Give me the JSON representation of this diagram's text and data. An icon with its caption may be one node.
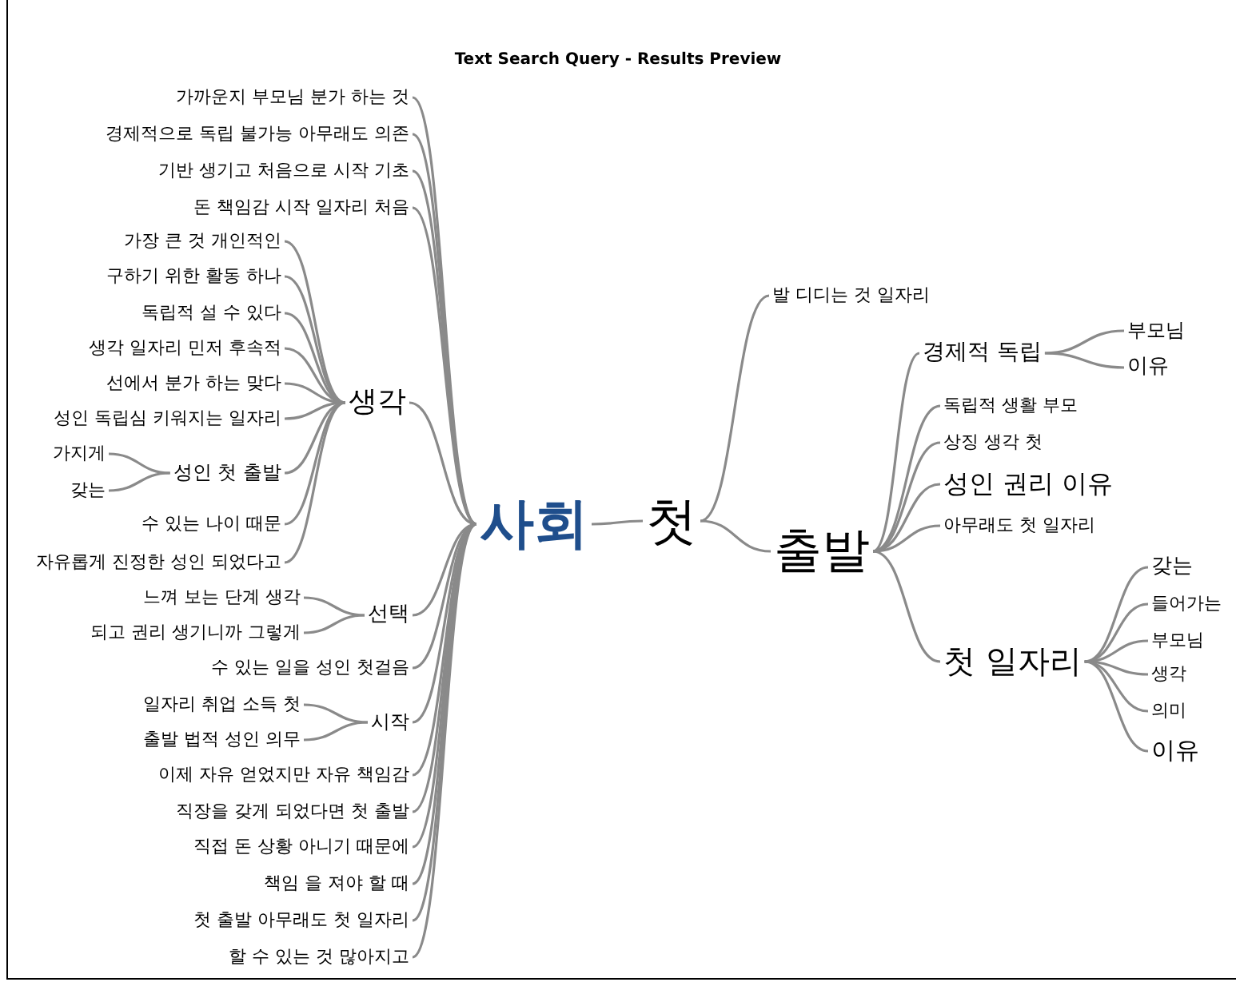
{
  "diagram": {
    "title": "Text Search Query - Results Preview",
    "nodes": [
      {
        "text": [
          "사회"
        ]
      },
      {
        "text": [
          "첫"
        ]
      },
      {
        "text": [
          "발 디디는 것 일자리"
        ]
      },
      {
        "text": [
          "출발"
        ]
      },
      {
        "text": [
          "경제적 독립"
        ]
      },
      {
        "text": [
          "부모님"
        ]
      },
      {
        "text": [
          "이유"
        ]
      },
      {
        "text": [
          "독립적 생활 부모"
        ]
      },
      {
        "text": [
          "상징 생각 첫"
        ]
      },
      {
        "text": [
          "성인 권리 이유"
        ]
      },
      {
        "text": [
          "아무래도 첫 일자리"
        ]
      },
      {
        "text": [
          "첫 일자리"
        ]
      },
      {
        "text": [
          "갖는"
        ]
      },
      {
        "text": [
          "들어가는"
        ]
      },
      {
        "text": [
          "부모님"
        ]
      },
      {
        "text": [
          "생각"
        ]
      },
      {
        "text": [
          "의미"
        ]
      },
      {
        "text": [
          "이유"
        ]
      },
      {
        "text": [
          "가까운지 부모님 분가 하는 것"
        ]
      },
      {
        "text": [
          "경제적으로 독립 불가능 아무래도 의존"
        ]
      },
      {
        "text": [
          "기반 생기고 처음으로 시작 기초"
        ]
      },
      {
        "text": [
          "돈 책임감 시작 일자리 처음"
        ]
      },
      {
        "text": [
          "생각"
        ]
      },
      {
        "text": [
          "가장 큰 것 개인적인"
        ]
      },
      {
        "text": [
          "구하기 위한 활동 하나"
        ]
      },
      {
        "text": [
          "독립적 설 수 있다"
        ]
      },
      {
        "text": [
          "생각 일자리 민저 후속적"
        ]
      },
      {
        "text": [
          "선에서 분가 하는 맞다"
        ]
      },
      {
        "text": [
          "성인 독립심 키워지는 일자리"
        ]
      },
      {
        "text": [
          "성인 첫 출발"
        ]
      },
      {
        "text": [
          "가지게"
        ]
      },
      {
        "text": [
          "갖는"
        ]
      },
      {
        "text": [
          "수 있는 나이 때문"
        ]
      },
      {
        "text": [
          "자유롭게 진정한 성인 되었다고"
        ]
      },
      {
        "text": [
          "선택"
        ]
      },
      {
        "text": [
          "느껴 보는 단계 생각"
        ]
      },
      {
        "text": [
          "되고 권리 생기니까 그렇게"
        ]
      },
      {
        "text": [
          "수 있는 일을 성인 첫걸음"
        ]
      },
      {
        "text": [
          "시작"
        ]
      },
      {
        "text": [
          "일자리 취업 소득 첫"
        ]
      },
      {
        "text": [
          "출발 법적 성인 의무"
        ]
      },
      {
        "text": [
          "이제 자유 얻었지만 자유 책임감"
        ]
      },
      {
        "text": [
          "직장을 갖게 되었다면 첫 출발"
        ]
      },
      {
        "text": [
          "직접 돈 상황 아니기 때문에"
        ]
      },
      {
        "text": [
          "책임 을 져야 할 때"
        ]
      },
      {
        "text": [
          "첫 출발 아무래도 첫 일자리"
        ]
      },
      {
        "text": [
          "할 수 있는 것 많아지고"
        ]
      }
    ],
    "edges": [
      {
        "from": 0,
        "to": 1,
        "arrow": "none"
      },
      {
        "from": 1,
        "to": 2,
        "arrow": "none"
      },
      {
        "from": 1,
        "to": 3,
        "arrow": "none"
      },
      {
        "from": 3,
        "to": 4,
        "arrow": "none"
      },
      {
        "from": 3,
        "to": 7,
        "arrow": "none"
      },
      {
        "from": 3,
        "to": 8,
        "arrow": "none"
      },
      {
        "from": 3,
        "to": 9,
        "arrow": "none"
      },
      {
        "from": 3,
        "to": 10,
        "arrow": "none"
      },
      {
        "from": 3,
        "to": 11,
        "arrow": "none"
      },
      {
        "from": 4,
        "to": 5,
        "arrow": "none"
      },
      {
        "from": 4,
        "to": 6,
        "arrow": "none"
      },
      {
        "from": 11,
        "to": 12,
        "arrow": "none"
      },
      {
        "from": 11,
        "to": 13,
        "arrow": "none"
      },
      {
        "from": 11,
        "to": 14,
        "arrow": "none"
      },
      {
        "from": 11,
        "to": 15,
        "arrow": "none"
      },
      {
        "from": 11,
        "to": 16,
        "arrow": "none"
      },
      {
        "from": 11,
        "to": 17,
        "arrow": "none"
      },
      {
        "from": 0,
        "to": 18,
        "arrow": "none"
      },
      {
        "from": 0,
        "to": 19,
        "arrow": "none"
      },
      {
        "from": 0,
        "to": 20,
        "arrow": "none"
      },
      {
        "from": 0,
        "to": 21,
        "arrow": "none"
      },
      {
        "from": 0,
        "to": 22,
        "arrow": "none"
      },
      {
        "from": 22,
        "to": 23,
        "arrow": "none"
      },
      {
        "from": 22,
        "to": 24,
        "arrow": "none"
      },
      {
        "from": 22,
        "to": 25,
        "arrow": "none"
      },
      {
        "from": 22,
        "to": 26,
        "arrow": "none"
      },
      {
        "from": 22,
        "to": 27,
        "arrow": "none"
      },
      {
        "from": 22,
        "to": 28,
        "arrow": "none"
      },
      {
        "from": 22,
        "to": 29,
        "arrow": "none"
      },
      {
        "from": 29,
        "to": 30,
        "arrow": "none"
      },
      {
        "from": 29,
        "to": 31,
        "arrow": "none"
      },
      {
        "from": 22,
        "to": 32,
        "arrow": "none"
      },
      {
        "from": 22,
        "to": 33,
        "arrow": "none"
      },
      {
        "from": 0,
        "to": 34,
        "arrow": "none"
      },
      {
        "from": 34,
        "to": 35,
        "arrow": "none"
      },
      {
        "from": 34,
        "to": 36,
        "arrow": "none"
      },
      {
        "from": 0,
        "to": 37,
        "arrow": "none"
      },
      {
        "from": 0,
        "to": 38,
        "arrow": "none"
      },
      {
        "from": 38,
        "to": 39,
        "arrow": "none"
      },
      {
        "from": 38,
        "to": 40,
        "arrow": "none"
      },
      {
        "from": 0,
        "to": 41,
        "arrow": "none"
      },
      {
        "from": 0,
        "to": 42,
        "arrow": "none"
      },
      {
        "from": 0,
        "to": 43,
        "arrow": "none"
      },
      {
        "from": 0,
        "to": 44,
        "arrow": "none"
      },
      {
        "from": 0,
        "to": 45,
        "arrow": "none"
      },
      {
        "from": 0,
        "to": 46,
        "arrow": "none"
      }
    ]
  }
}
